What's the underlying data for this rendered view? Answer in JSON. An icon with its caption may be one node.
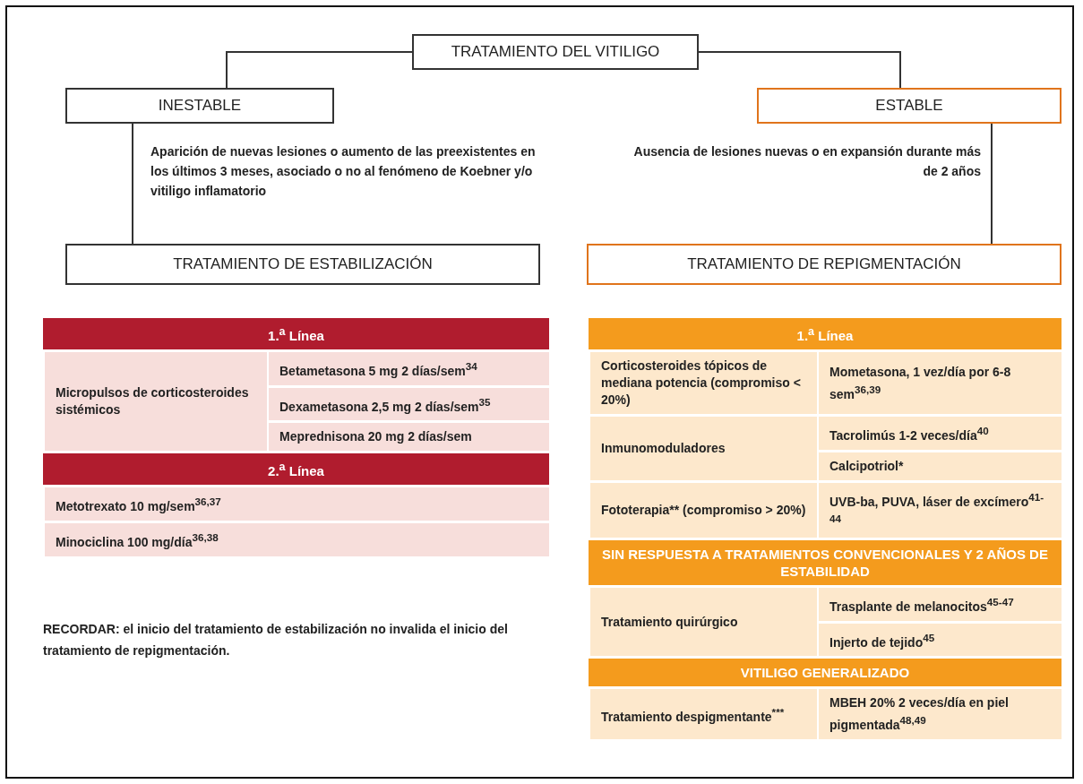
{
  "diagram": {
    "nodes": [
      {
        "text": [
          "TRATAMIENTO DEL VITILIGO"
        ]
      },
      {
        "text": [
          "INESTABLE"
        ]
      },
      {
        "text": [
          "ESTABLE"
        ]
      },
      {
        "text": [
          "TRATAMIENTO DE ESTABILIZACIÓN"
        ]
      },
      {
        "text": [
          "TRATAMIENTO DE REPIGMENTACIÓN"
        ]
      }
    ],
    "edges": [
      {
        "from": 0,
        "to": 1,
        "arrow": "none"
      },
      {
        "from": 0,
        "to": 2,
        "arrow": "none"
      },
      {
        "from": 1,
        "to": 3,
        "arrow": "none",
        "label": "Aparición de nuevas lesiones o aumento de las preexistentes en los últimos 3 meses, asociado o no al fenómeno de Koebner y/o vitiligo inflamatorio"
      },
      {
        "from": 2,
        "to": 4,
        "arrow": "none",
        "label": "Ausencia de lesiones nuevas o en expansión durante más de 2 años"
      }
    ],
    "labels": [
      "1.$^{a}$ Línea",
      "Micropulsos de corticosteroides sistémicos",
      "Betametasona 5 mg 2 días/sem$^{34}$",
      "Dexametasona 2,5 mg 2 días/sem$^{35}$",
      "Meprednisona 20 mg 2 días/sem",
      "2.$^{a}$ Línea",
      "Metotrexato 10 mg/sem$^{36,37}$",
      "Minociclina 100 mg/día$^{36,38}$",
      "RECORDAR: el inicio del tratamiento de estabilización no invalida el inicio del tratamiento de repigmentación.",
      "1.$^{a}$ Línea",
      "Corticosteroides tópicos de mediana potencia (compromiso < 20%)",
      "Mometasona, 1 vez/día por 6-8 sem$^{36,39}$",
      "Inmunomoduladores",
      "Tacrolimús 1-2 veces/día$^{40}$",
      "Calcipotriol*",
      "Fototerapia** (compromiso > 20%)",
      "UVB-ba, PUVA, láser de excímero$^{41-44}$",
      "SIN RESPUESTA A TRATAMIENTOS CONVENCIONALES Y 2 AÑOS DE ESTABILIDAD",
      "Tratamiento quirúrgico",
      "Trasplante de melanocitos$^{45-47}$",
      "Injerto de tejido$^{45}$",
      "VITILIGO GENERALIZADO",
      "Tratamiento despigmentante$^{***}$",
      "MBEH 20% 2 veces/día en piel pigmentada$^{48,49}$"
    ]
  }
}
